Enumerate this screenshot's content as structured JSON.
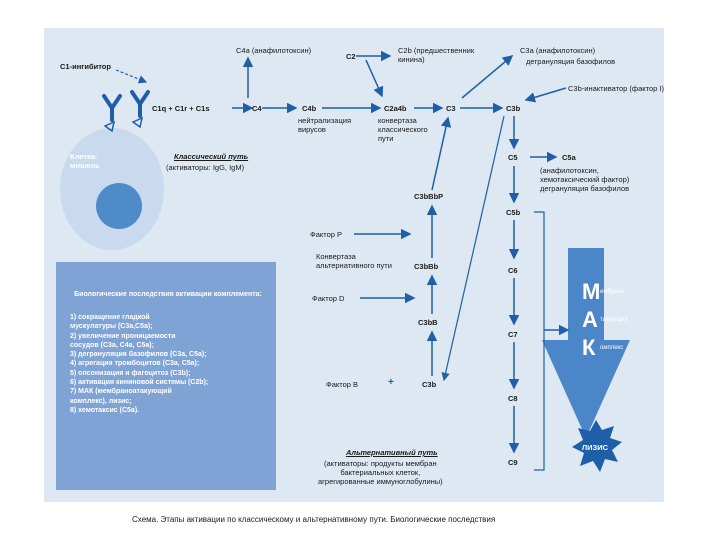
{
  "cell": {
    "label": "Клетка-\nмишень"
  },
  "classical": {
    "c1_inhibitor": "С1-ингибитор",
    "c1_complex": "С1q + C1r + C1s",
    "c4": "С4",
    "c4a": "С4а (анафилотоксин)",
    "c2": "С2",
    "c2b": "С2b (предшественник\nкинина)",
    "c4b": "С4b",
    "c4b_note": "нейтрализация\nвирусов",
    "c2a4b": "С2а4b",
    "c2a4b_note": "конвертаза\nклассического\nпути",
    "title": "Классический путь",
    "subtitle": "(активаторы: IgG, IgM)"
  },
  "central": {
    "c3": "С3",
    "c3a": "С3а (анафилотоксин)",
    "c3a_note": "дегрануляция базофилов",
    "c3b": "С3b",
    "c3b_inactivator": "С3b-инактиватор (фактор I)",
    "c5": "С5",
    "c5a": "С5а",
    "c5a_note": "(анафилотоксин,\nхемотаксический фактор)\nдегрануляция базофилов",
    "c5b": "С5b",
    "c6": "С6",
    "c7": "С7",
    "c8": "С8",
    "c9": "С9"
  },
  "alternative": {
    "c3bbbp": "С3bBbP",
    "factor_p": "Фактор Р",
    "convertase_label": "Конвертаза\nальтернативного пути",
    "c3bbb": "С3bBb",
    "factor_d": "Фактор D",
    "c3bb": "С3bB",
    "factor_b": "Фактор В",
    "plus": "+",
    "c3b": "С3b",
    "title": "Альтернативный путь",
    "subtitle": "(активаторы: продукты мембран\nбактериальных клеток,\nагрегированные иммуноглобулины)"
  },
  "mak": [
    {
      "letter": "М",
      "word": "ембрано"
    },
    {
      "letter": "А",
      "word": "такующий"
    },
    {
      "letter": "К",
      "word": "омплекс"
    }
  ],
  "lysis": "ЛИЗИС",
  "effects": {
    "title": "Биологические последствия активации комплемента:",
    "items": [
      "1) сокращение гладкой\n    мускулатуры (С3а,С5а);",
      "2) увеличение проницаемости\n    сосудов (С3а, С4а, С5а);",
      "3) дегрануляция базофилов (С3а, С5а);",
      "4) агрегация тромбоцитов (С3а, С5а);",
      "5) опсонизация и фагоцитоз (С3b);",
      "6) активация кининовой системы (С2b);",
      "7) МАК (мембраноатакующий\n    комплекс), лизис;",
      "8) хемотаксис (С5а)."
    ]
  },
  "caption": "Схема. Этапы активации по классическому и альтернативному пути. Биологические последствия",
  "colors": {
    "arrow": "#1f5fa8",
    "panel": "#dde8f3",
    "cell": "#c9d9ee",
    "nucleus": "#4f8ac9",
    "effects_box": "#7fa3d4",
    "mak_arrow": "#4a86c8"
  }
}
